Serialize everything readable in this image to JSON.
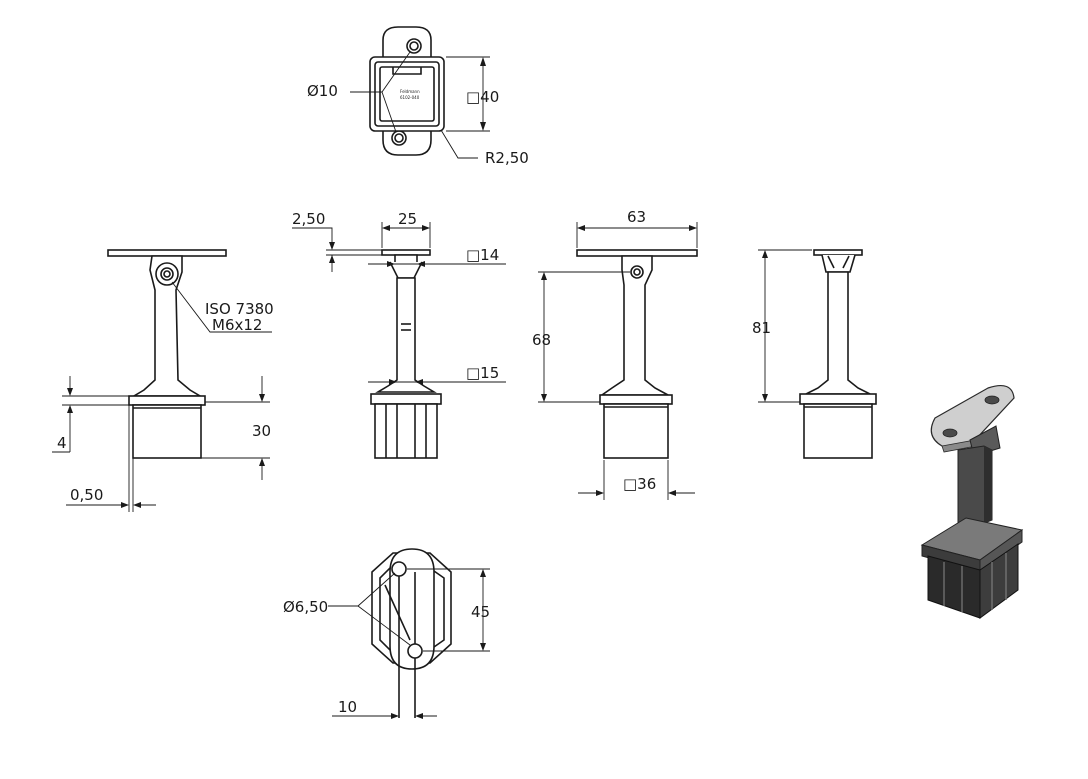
{
  "drawing": {
    "dimensions": {
      "hole_top": "Ø10",
      "square_top": "□40",
      "radius_top": "R2,50",
      "plate_thickness": "2,50",
      "post_width_front": "25",
      "post_square_top": "□14",
      "post_square_bottom": "□15",
      "screw_line1": "ISO 7380",
      "screw_line2": "M6x12",
      "plate_length": "63",
      "height_pivot": "68",
      "height_total": "81",
      "flange_height": "4",
      "sleeve_height": "30",
      "wall_offset": "0,50",
      "sleeve_square": "□36",
      "hole_bottom": "Ø6,50",
      "hole_spacing": "45",
      "plate_width": "10"
    },
    "engraving": {
      "line1": "Feldmann",
      "line2": "6102-040"
    },
    "accent_colors": {
      "line": "#1a1a1a",
      "render_dark": "#3a3a3a",
      "render_light": "#c9c9c9"
    }
  }
}
